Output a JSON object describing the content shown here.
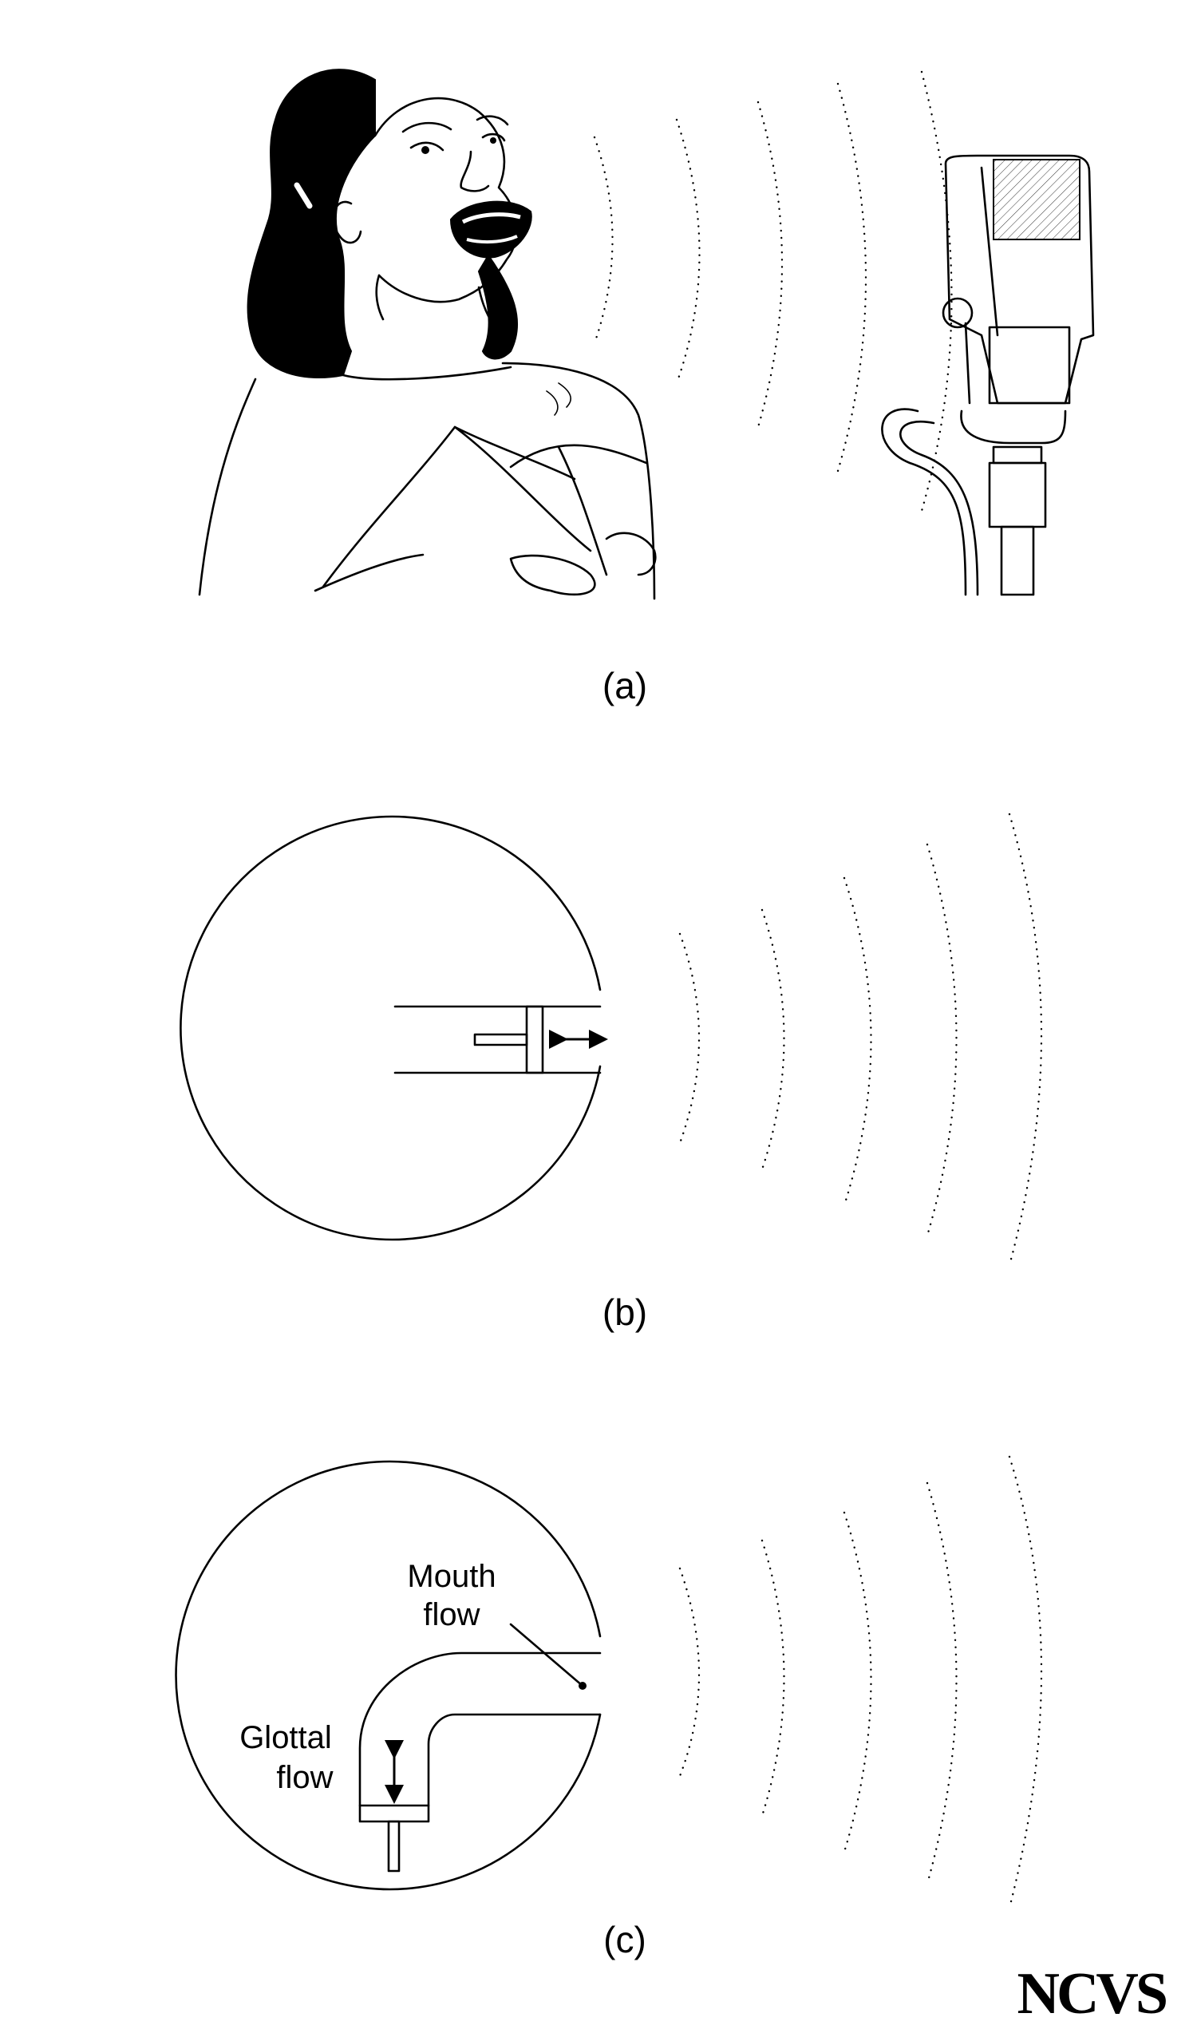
{
  "figure": {
    "panels": [
      {
        "label": "(a)"
      },
      {
        "label": "(b)"
      },
      {
        "label": "(c)",
        "annotations": [
          {
            "lines": [
              "Mouth",
              "flow"
            ]
          },
          {
            "lines": [
              "Glottal",
              "flow"
            ]
          }
        ]
      }
    ],
    "logo": "NCVS",
    "colors": {
      "ink": "#000000",
      "background": "#ffffff"
    },
    "icons": {
      "singer": "singer-illustration",
      "microphone": "vintage-microphone-icon",
      "piston_arrow": "double-arrow-icon"
    }
  }
}
